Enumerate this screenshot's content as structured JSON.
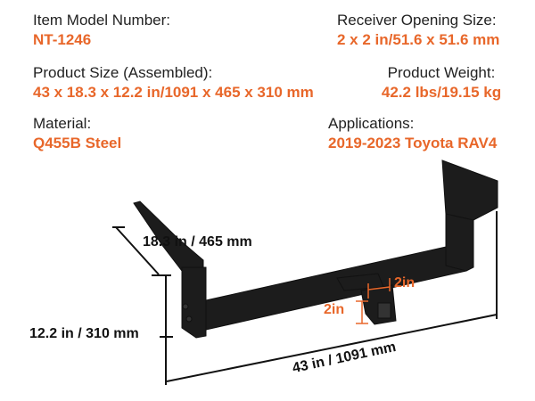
{
  "specs": {
    "model": {
      "label": "Item Model Number:",
      "value": "NT-1246"
    },
    "receiver": {
      "label": "Receiver Opening Size:",
      "value": "2 x 2 in/51.6 x 51.6 mm"
    },
    "size": {
      "label": "Product Size (Assembled):",
      "value": "43 x 18.3 x 12.2 in/1091 x 465 x 310 mm"
    },
    "weight": {
      "label": "Product Weight:",
      "value": "42.2 lbs/19.15 kg"
    },
    "material": {
      "label": "Material:",
      "value": "Q455B Steel"
    },
    "applications": {
      "label": "Applications:",
      "value": "2019-2023 Toyota RAV4"
    }
  },
  "dimensions": {
    "depth": "18.3 in / 465 mm",
    "height": "12.2 in / 310 mm",
    "width": "43 in / 1091 mm",
    "receiver_w": "2in",
    "receiver_h": "2in"
  },
  "colors": {
    "accent": "#e8672a",
    "product": "#1c1c1c"
  }
}
